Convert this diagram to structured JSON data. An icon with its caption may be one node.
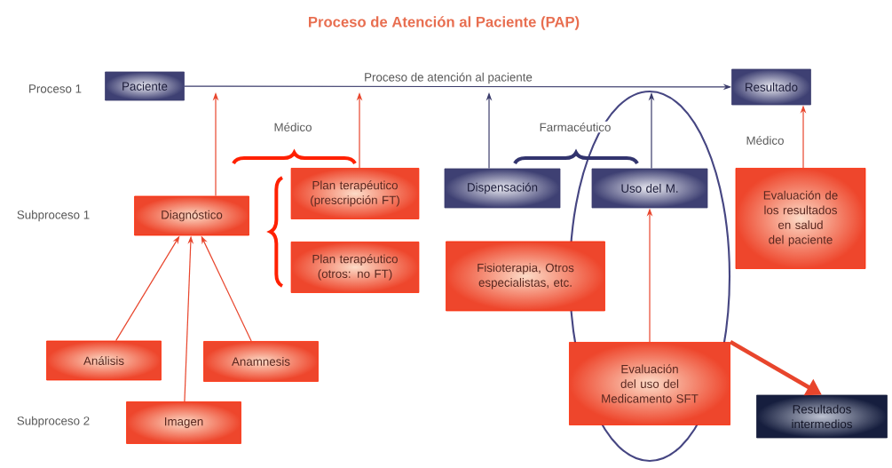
{
  "diagram": {
    "title": "Proceso de Atención al Paciente (PAP)",
    "nodes": [
      {
        "text": [
          "Paciente"
        ]
      },
      {
        "text": [
          "Resultado"
        ]
      },
      {
        "text": [
          "Diagnóstico"
        ]
      },
      {
        "text": [
          "Plan terapéutico (prescripción FT)"
        ]
      },
      {
        "text": [
          "Plan terapéutico (otros: no FT)"
        ]
      },
      {
        "text": [
          "Dispensación"
        ]
      },
      {
        "text": [
          "Uso del M."
        ]
      },
      {
        "text": [
          "Fisioterapia, Otros especialistas, etc."
        ]
      },
      {
        "text": [
          "Evaluación de los resultados en salud del paciente"
        ]
      },
      {
        "text": [
          "Análisis"
        ]
      },
      {
        "text": [
          "Anamnesis"
        ]
      },
      {
        "text": [
          "Imagen"
        ]
      },
      {
        "text": [
          "Evaluación del uso del Medicamento SFT"
        ]
      },
      {
        "text": [
          "Resultados intermedios"
        ]
      }
    ],
    "edges": [
      {
        "from": 0,
        "to": 1,
        "arrow": "to",
        "label": "Proceso de atención al paciente",
        "color": "#3a3b6b"
      },
      {
        "from": 2,
        "to": null,
        "arrow": "to"
      },
      {
        "from": 3,
        "to": null,
        "arrow": "to"
      },
      {
        "from": 5,
        "to": null,
        "arrow": "to",
        "color": "#3a3b6b"
      },
      {
        "from": 6,
        "to": null,
        "arrow": "to",
        "color": "#3a3b6b"
      },
      {
        "from": 8,
        "to": 1,
        "arrow": "to"
      },
      {
        "from": 9,
        "to": 2,
        "arrow": "to"
      },
      {
        "from": 11,
        "to": 2,
        "arrow": "to"
      },
      {
        "from": 10,
        "to": 2,
        "arrow": "to"
      },
      {
        "from": 12,
        "to": 6,
        "arrow": "to"
      },
      {
        "from": 12,
        "to": 13,
        "arrow": "to",
        "style": "thick"
      }
    ],
    "labels": [
      "Proceso 1",
      "Médico",
      "Farmacéutico",
      "Médico",
      "Subproceso 1",
      "Subproceso 2"
    ]
  }
}
